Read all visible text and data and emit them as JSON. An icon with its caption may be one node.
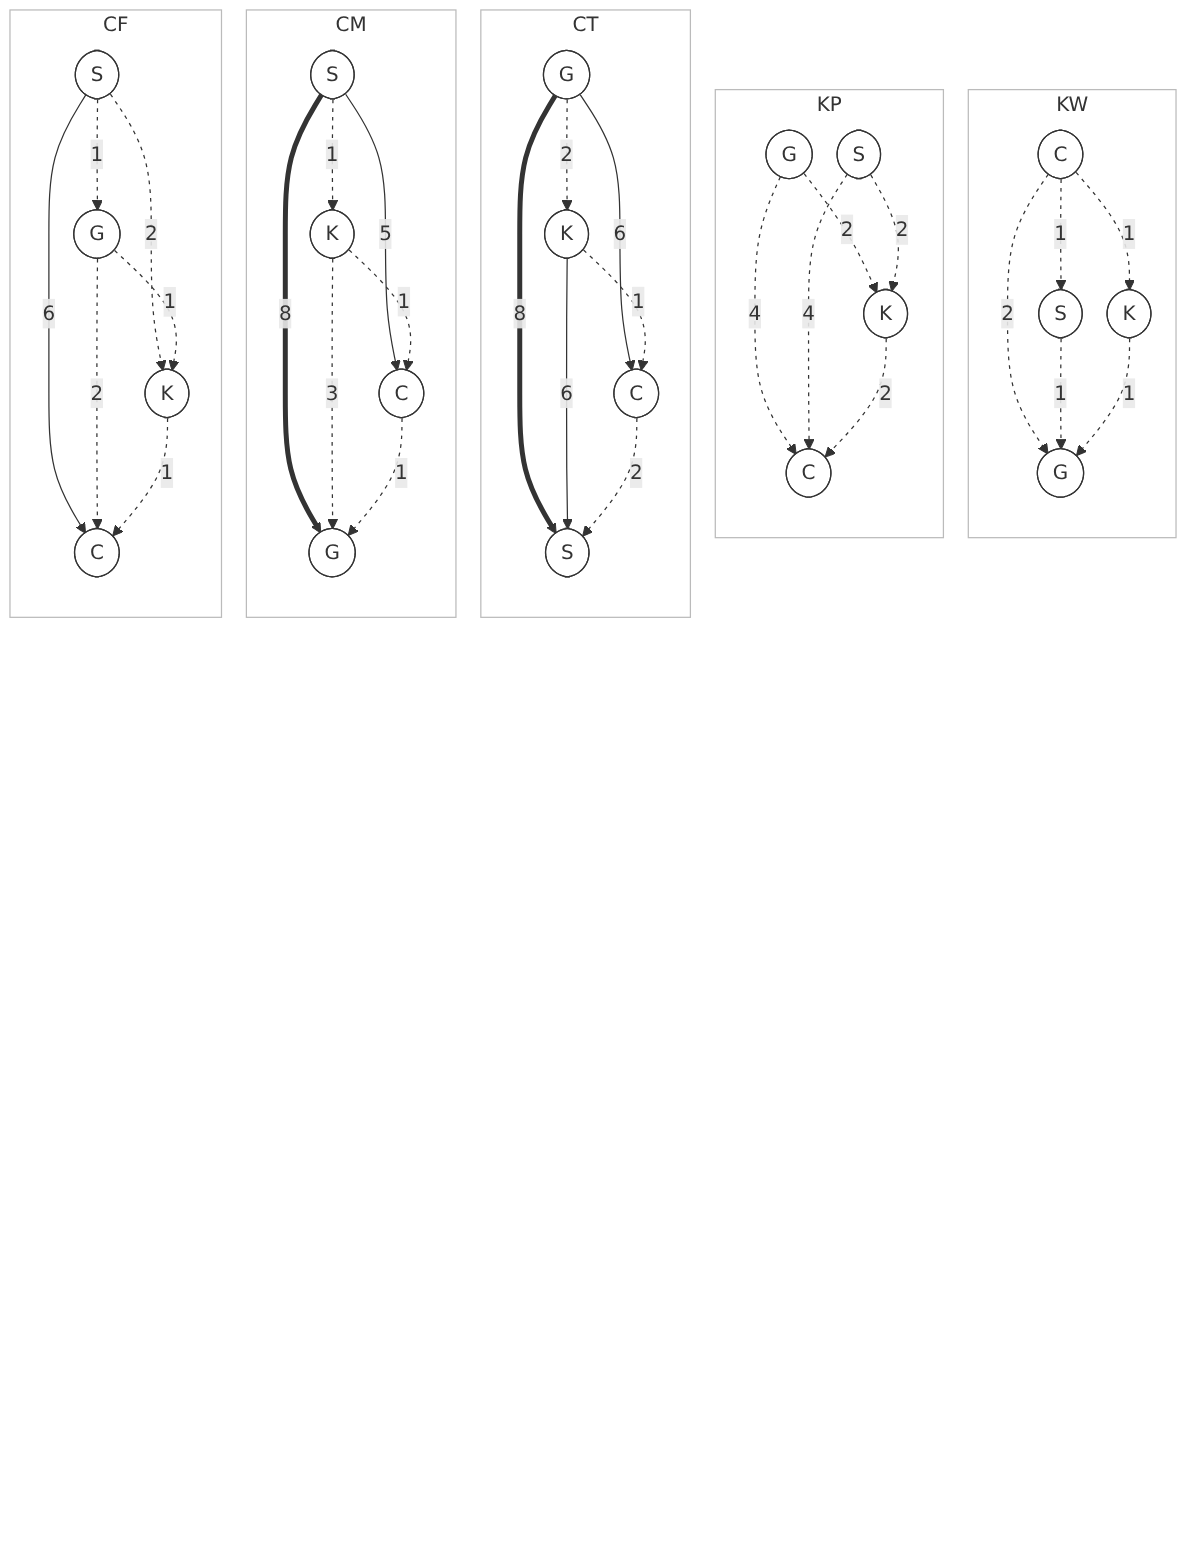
{
  "diagram": {
    "nodes": [
      {
        "text": [
          "CF"
        ]
      },
      {
        "text": [
          "S"
        ],
        "in": 0
      },
      {
        "text": [
          "G"
        ],
        "in": 0
      },
      {
        "text": [
          "K"
        ],
        "in": 0
      },
      {
        "text": [
          "C"
        ],
        "in": 0
      },
      {
        "text": [
          "CM"
        ]
      },
      {
        "text": [
          "S"
        ],
        "in": 5
      },
      {
        "text": [
          "K"
        ],
        "in": 5
      },
      {
        "text": [
          "C"
        ],
        "in": 5
      },
      {
        "text": [
          "G"
        ],
        "in": 5
      },
      {
        "text": [
          "CT"
        ]
      },
      {
        "text": [
          "G"
        ],
        "in": 10
      },
      {
        "text": [
          "K"
        ],
        "in": 10
      },
      {
        "text": [
          "C"
        ],
        "in": 10
      },
      {
        "text": [
          "S"
        ],
        "in": 10
      },
      {
        "text": [
          "KP"
        ]
      },
      {
        "text": [
          "G"
        ],
        "in": 15
      },
      {
        "text": [
          "S"
        ],
        "in": 15
      },
      {
        "text": [
          "K"
        ],
        "in": 15
      },
      {
        "text": [
          "C"
        ],
        "in": 15
      },
      {
        "text": [
          "KW"
        ]
      },
      {
        "text": [
          "C"
        ],
        "in": 20
      },
      {
        "text": [
          "S"
        ],
        "in": 20
      },
      {
        "text": [
          "K"
        ],
        "in": 20
      },
      {
        "text": [
          "G"
        ],
        "in": 20
      }
    ],
    "edges": [
      {
        "from": 1,
        "to": 2,
        "arrow": "to",
        "label": "1",
        "style": "dashed"
      },
      {
        "from": 1,
        "to": 3,
        "arrow": "to",
        "label": "2",
        "style": "dashed"
      },
      {
        "from": 1,
        "to": 4,
        "arrow": "to",
        "label": "6"
      },
      {
        "from": 2,
        "to": 3,
        "arrow": "to",
        "label": "1",
        "style": "dashed"
      },
      {
        "from": 2,
        "to": 4,
        "arrow": "to",
        "label": "2",
        "style": "dashed"
      },
      {
        "from": 3,
        "to": 4,
        "arrow": "to",
        "label": "1",
        "style": "dashed"
      },
      {
        "from": 6,
        "to": 7,
        "arrow": "to",
        "label": "1",
        "style": "dashed"
      },
      {
        "from": 6,
        "to": 8,
        "arrow": "to",
        "label": "5"
      },
      {
        "from": 6,
        "to": 9,
        "arrow": "to",
        "label": "8",
        "style": "thick"
      },
      {
        "from": 7,
        "to": 8,
        "arrow": "to",
        "label": "1",
        "style": "dashed"
      },
      {
        "from": 7,
        "to": 9,
        "arrow": "to",
        "label": "3",
        "style": "dashed"
      },
      {
        "from": 8,
        "to": 9,
        "arrow": "to",
        "label": "1",
        "style": "dashed"
      },
      {
        "from": 11,
        "to": 12,
        "arrow": "to",
        "label": "2",
        "style": "dashed"
      },
      {
        "from": 11,
        "to": 13,
        "arrow": "to",
        "label": "6"
      },
      {
        "from": 11,
        "to": 14,
        "arrow": "to",
        "label": "8",
        "style": "thick"
      },
      {
        "from": 12,
        "to": 13,
        "arrow": "to",
        "label": "1",
        "style": "dashed"
      },
      {
        "from": 12,
        "to": 14,
        "arrow": "to",
        "label": "6"
      },
      {
        "from": 13,
        "to": 14,
        "arrow": "to",
        "label": "2",
        "style": "dashed"
      },
      {
        "from": 16,
        "to": 18,
        "arrow": "to",
        "label": "2",
        "style": "dashed"
      },
      {
        "from": 17,
        "to": 18,
        "arrow": "to",
        "label": "2",
        "style": "dashed"
      },
      {
        "from": 16,
        "to": 19,
        "arrow": "to",
        "label": "4",
        "style": "dashed"
      },
      {
        "from": 17,
        "to": 19,
        "arrow": "to",
        "label": "4",
        "style": "dashed"
      },
      {
        "from": 18,
        "to": 19,
        "arrow": "to",
        "label": "2",
        "style": "dashed"
      },
      {
        "from": 21,
        "to": 22,
        "arrow": "to",
        "label": "1",
        "style": "dashed"
      },
      {
        "from": 21,
        "to": 23,
        "arrow": "to",
        "label": "1",
        "style": "dashed"
      },
      {
        "from": 21,
        "to": 24,
        "arrow": "to",
        "label": "2",
        "style": "dashed"
      },
      {
        "from": 22,
        "to": 24,
        "arrow": "to",
        "label": "1",
        "style": "dashed"
      },
      {
        "from": 23,
        "to": 24,
        "arrow": "to",
        "label": "1",
        "style": "dashed"
      }
    ]
  }
}
